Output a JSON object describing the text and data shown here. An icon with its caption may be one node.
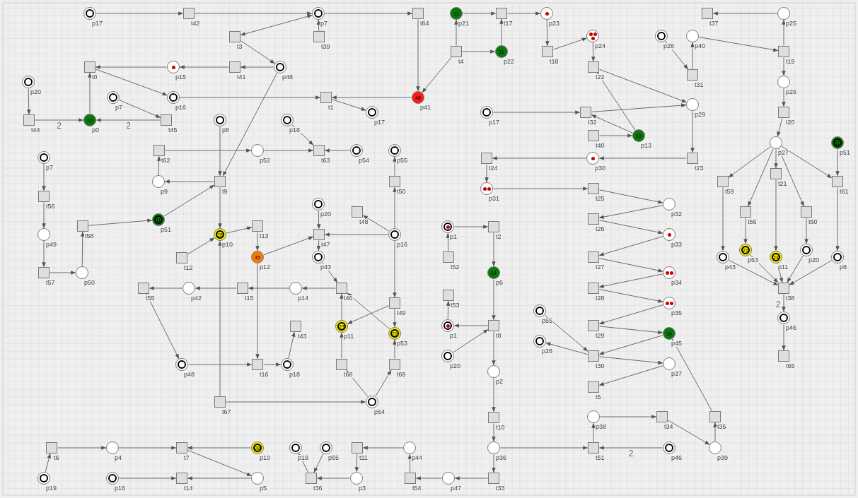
{
  "diagram": {
    "nodes": [
      {
        "text": [],
        "shape": "circle",
        "beside": [
          "p17"
        ]
      },
      {
        "text": [],
        "shape": "box",
        "beside": [
          "t42"
        ]
      },
      {
        "text": [],
        "shape": "circle",
        "beside": [
          "p7"
        ]
      },
      {
        "text": [],
        "shape": "box",
        "beside": [
          "t64"
        ]
      },
      {
        "text": [
          "11"
        ],
        "beside": [
          "p21"
        ]
      },
      {
        "text": [],
        "shape": "box",
        "beside": [
          "t17"
        ]
      },
      {
        "text": [],
        "shape": "circle",
        "beside": [
          "p23"
        ]
      },
      {
        "text": [],
        "shape": "box",
        "beside": [
          "t37"
        ]
      },
      {
        "text": [],
        "shape": "circle",
        "beside": [
          "p25"
        ]
      },
      {
        "text": [],
        "shape": "box",
        "beside": [
          "t3"
        ]
      },
      {
        "text": [],
        "shape": "box",
        "beside": [
          "t39"
        ]
      },
      {
        "text": [],
        "shape": "circle",
        "beside": [
          "p24"
        ]
      },
      {
        "text": [],
        "shape": "circle",
        "beside": [
          "p28"
        ]
      },
      {
        "text": [],
        "shape": "circle",
        "beside": [
          "p40"
        ]
      },
      {
        "text": [],
        "shape": "box",
        "beside": [
          "t4"
        ]
      },
      {
        "text": [
          "11"
        ],
        "beside": [
          "p22"
        ]
      },
      {
        "text": [],
        "shape": "box",
        "beside": [
          "t18"
        ]
      },
      {
        "text": [],
        "shape": "box",
        "beside": [
          "t19"
        ]
      },
      {
        "text": [],
        "shape": "box",
        "beside": [
          "t0"
        ]
      },
      {
        "text": [],
        "shape": "circle",
        "beside": [
          "p15"
        ]
      },
      {
        "text": [],
        "shape": "box",
        "beside": [
          "t41"
        ]
      },
      {
        "text": [],
        "shape": "circle",
        "beside": [
          "p48"
        ]
      },
      {
        "text": [],
        "shape": "box",
        "beside": [
          "t22"
        ]
      },
      {
        "text": [],
        "shape": "box",
        "beside": [
          "t31"
        ]
      },
      {
        "text": [],
        "shape": "circle",
        "beside": [
          "p20"
        ]
      },
      {
        "text": [],
        "shape": "circle",
        "beside": [
          "p26"
        ]
      },
      {
        "text": [],
        "shape": "circle",
        "beside": [
          "p7"
        ]
      },
      {
        "text": [],
        "shape": "circle",
        "beside": [
          "p16"
        ]
      },
      {
        "text": [],
        "shape": "box",
        "beside": [
          "t1"
        ]
      },
      {
        "text": [
          "48"
        ],
        "beside": [
          "p41"
        ]
      },
      {
        "text": [],
        "shape": "circle",
        "beside": [
          "p29"
        ]
      },
      {
        "text": [],
        "shape": "circle",
        "beside": [
          "p17"
        ]
      },
      {
        "text": [],
        "shape": "circle",
        "beside": [
          "p17"
        ]
      },
      {
        "text": [],
        "shape": "box",
        "beside": [
          "t32"
        ]
      },
      {
        "text": [],
        "shape": "box",
        "beside": [
          "t20"
        ]
      },
      {
        "text": [],
        "shape": "box",
        "beside": [
          "t44"
        ]
      },
      {
        "text": [
          "10"
        ],
        "beside": [
          "p0"
        ]
      },
      {
        "text": [],
        "shape": "box",
        "beside": [
          "t45"
        ]
      },
      {
        "text": [],
        "shape": "circle",
        "beside": [
          "p8"
        ]
      },
      {
        "text": [],
        "shape": "circle",
        "beside": [
          "p18"
        ]
      },
      {
        "text": [],
        "shape": "box",
        "beside": [
          "t40"
        ]
      },
      {
        "text": [
          "16"
        ],
        "beside": [
          "p13"
        ]
      },
      {
        "text": [],
        "shape": "circle",
        "beside": [
          "p27"
        ]
      },
      {
        "text": [
          "11"
        ],
        "beside": [
          "p51"
        ]
      },
      {
        "text": [],
        "shape": "box",
        "beside": [
          "t62"
        ]
      },
      {
        "text": [],
        "shape": "circle",
        "beside": [
          "p52"
        ]
      },
      {
        "text": [],
        "shape": "box",
        "beside": [
          "t63"
        ]
      },
      {
        "text": [],
        "shape": "circle",
        "beside": [
          "p54"
        ]
      },
      {
        "text": [],
        "shape": "circle",
        "beside": [
          "p55"
        ]
      },
      {
        "text": [],
        "shape": "circle",
        "beside": [
          "p7"
        ]
      },
      {
        "text": [],
        "shape": "box",
        "beside": [
          "t24"
        ]
      },
      {
        "text": [],
        "shape": "circle",
        "beside": [
          "p30"
        ]
      },
      {
        "text": [],
        "shape": "box",
        "beside": [
          "t23"
        ]
      },
      {
        "text": [],
        "shape": "box",
        "beside": [
          "t21"
        ]
      },
      {
        "text": [],
        "shape": "circle",
        "beside": [
          "p9"
        ]
      },
      {
        "text": [],
        "shape": "box",
        "beside": [
          "t9"
        ]
      },
      {
        "text": [],
        "shape": "box",
        "beside": [
          "t50"
        ]
      },
      {
        "text": [],
        "shape": "box",
        "beside": [
          "t59"
        ]
      },
      {
        "text": [],
        "shape": "box",
        "beside": [
          "t61"
        ]
      },
      {
        "text": [],
        "shape": "circle",
        "beside": [
          "p31"
        ]
      },
      {
        "text": [],
        "shape": "box",
        "beside": [
          "t25"
        ]
      },
      {
        "text": [],
        "shape": "box",
        "beside": [
          "t56"
        ]
      },
      {
        "text": [],
        "shape": "circle",
        "beside": [
          "p20"
        ]
      },
      {
        "text": [],
        "shape": "circle",
        "beside": [
          "p32"
        ]
      },
      {
        "text": [],
        "shape": "box",
        "beside": [
          "t48"
        ]
      },
      {
        "text": [],
        "shape": "box",
        "beside": [
          "t66"
        ]
      },
      {
        "text": [],
        "shape": "box",
        "beside": [
          "t60"
        ]
      },
      {
        "text": [
          "11"
        ],
        "beside": [
          "p51"
        ]
      },
      {
        "text": [],
        "shape": "box",
        "beside": [
          "t26"
        ]
      },
      {
        "text": [],
        "shape": "box",
        "beside": [
          "t58"
        ]
      },
      {
        "text": [],
        "shape": "box",
        "beside": [
          "t13"
        ]
      },
      {
        "text": [],
        "shape": "circle",
        "beside": [
          "p1"
        ]
      },
      {
        "text": [],
        "shape": "box",
        "beside": [
          "t2"
        ]
      },
      {
        "text": [],
        "shape": "circle",
        "beside": [
          "p49"
        ]
      },
      {
        "text": [
          "28"
        ],
        "beside": [
          "p10"
        ]
      },
      {
        "text": [],
        "shape": "box",
        "beside": [
          "t47"
        ]
      },
      {
        "text": [],
        "shape": "circle",
        "beside": [
          "p16"
        ]
      },
      {
        "text": [],
        "shape": "circle",
        "beside": [
          "p33"
        ]
      },
      {
        "text": [
          "35"
        ],
        "beside": [
          "p12"
        ]
      },
      {
        "text": [],
        "shape": "box",
        "beside": [
          "t12"
        ]
      },
      {
        "text": [],
        "shape": "circle",
        "beside": [
          "p43"
        ]
      },
      {
        "text": [],
        "shape": "box",
        "beside": [
          "t52"
        ]
      },
      {
        "text": [],
        "shape": "box",
        "beside": [
          "t27"
        ]
      },
      {
        "text": [],
        "shape": "circle",
        "beside": [
          "p43"
        ]
      },
      {
        "text": [
          "21"
        ],
        "beside": [
          "p53"
        ]
      },
      {
        "text": [
          "23"
        ],
        "beside": [
          "p11"
        ]
      },
      {
        "text": [],
        "shape": "circle",
        "beside": [
          "p20"
        ]
      },
      {
        "text": [],
        "shape": "circle",
        "beside": [
          "p8"
        ]
      },
      {
        "text": [],
        "shape": "box",
        "beside": [
          "t57"
        ]
      },
      {
        "text": [],
        "shape": "circle",
        "beside": [
          "p50"
        ]
      },
      {
        "text": [
          "14"
        ],
        "beside": [
          "p6"
        ]
      },
      {
        "text": [],
        "shape": "circle",
        "beside": [
          "p34"
        ]
      },
      {
        "text": [],
        "shape": "box",
        "beside": [
          "t55"
        ]
      },
      {
        "text": [],
        "shape": "circle",
        "beside": [
          "p42"
        ]
      },
      {
        "text": [],
        "shape": "box",
        "beside": [
          "t15"
        ]
      },
      {
        "text": [],
        "shape": "circle",
        "beside": [
          "p14"
        ]
      },
      {
        "text": [],
        "shape": "box",
        "beside": [
          "t46"
        ]
      },
      {
        "text": [],
        "shape": "box",
        "beside": [
          "t28"
        ]
      },
      {
        "text": [],
        "shape": "box",
        "beside": [
          "t38"
        ]
      },
      {
        "text": [],
        "shape": "box",
        "beside": [
          "t53"
        ]
      },
      {
        "text": [],
        "shape": "box",
        "beside": [
          "t49"
        ]
      },
      {
        "text": [],
        "shape": "circle",
        "beside": [
          "p35"
        ]
      },
      {
        "text": [],
        "shape": "circle",
        "beside": [
          "p55"
        ]
      },
      {
        "text": [],
        "shape": "circle",
        "beside": [
          "p46"
        ]
      },
      {
        "text": [],
        "shape": "box",
        "beside": [
          "t43"
        ]
      },
      {
        "text": [
          "23"
        ],
        "beside": [
          "p11"
        ]
      },
      {
        "text": [],
        "shape": "circle",
        "beside": [
          "p1"
        ]
      },
      {
        "text": [],
        "shape": "box",
        "beside": [
          "t8"
        ]
      },
      {
        "text": [],
        "shape": "box",
        "beside": [
          "t29"
        ]
      },
      {
        "text": [
          "21"
        ],
        "beside": [
          "p53"
        ]
      },
      {
        "text": [
          "14"
        ],
        "beside": [
          "p45"
        ]
      },
      {
        "text": [],
        "shape": "circle",
        "beside": [
          "p28"
        ]
      },
      {
        "text": [],
        "shape": "circle",
        "beside": [
          "p20"
        ]
      },
      {
        "text": [],
        "shape": "box",
        "beside": [
          "t30"
        ]
      },
      {
        "text": [],
        "shape": "box",
        "beside": [
          "t65"
        ]
      },
      {
        "text": [],
        "shape": "circle",
        "beside": [
          "p37"
        ]
      },
      {
        "text": [],
        "shape": "circle",
        "beside": [
          "p48"
        ]
      },
      {
        "text": [],
        "shape": "box",
        "beside": [
          "t16"
        ]
      },
      {
        "text": [],
        "shape": "circle",
        "beside": [
          "p18"
        ]
      },
      {
        "text": [],
        "shape": "box",
        "beside": [
          "t68"
        ]
      },
      {
        "text": [],
        "shape": "box",
        "beside": [
          "t69"
        ]
      },
      {
        "text": [],
        "shape": "circle",
        "beside": [
          "p2"
        ]
      },
      {
        "text": [],
        "shape": "box",
        "beside": [
          "t5"
        ]
      },
      {
        "text": [],
        "shape": "box",
        "beside": [
          "t67"
        ]
      },
      {
        "text": [],
        "shape": "circle",
        "beside": [
          "p54"
        ]
      },
      {
        "text": [],
        "shape": "circle",
        "beside": [
          "p38"
        ]
      },
      {
        "text": [],
        "shape": "box",
        "beside": [
          "t10"
        ]
      },
      {
        "text": [],
        "shape": "box",
        "beside": [
          "t34"
        ]
      },
      {
        "text": [],
        "shape": "box",
        "beside": [
          "t35"
        ]
      },
      {
        "text": [],
        "shape": "box",
        "beside": [
          "t6"
        ]
      },
      {
        "text": [],
        "shape": "circle",
        "beside": [
          "p4"
        ]
      },
      {
        "text": [],
        "shape": "box",
        "beside": [
          "t7"
        ]
      },
      {
        "text": [
          "28"
        ],
        "beside": [
          "p10"
        ]
      },
      {
        "text": [],
        "shape": "circle",
        "beside": [
          "p19"
        ]
      },
      {
        "text": [],
        "shape": "circle",
        "beside": [
          "p55"
        ]
      },
      {
        "text": [],
        "shape": "box",
        "beside": [
          "t11"
        ]
      },
      {
        "text": [],
        "shape": "circle",
        "beside": [
          "p44"
        ]
      },
      {
        "text": [],
        "shape": "circle",
        "beside": [
          "p36"
        ]
      },
      {
        "text": [],
        "shape": "box",
        "beside": [
          "t51"
        ]
      },
      {
        "text": [],
        "shape": "circle",
        "beside": [
          "p46"
        ]
      },
      {
        "text": [],
        "shape": "circle",
        "beside": [
          "p39"
        ]
      },
      {
        "text": [],
        "shape": "circle",
        "beside": [
          "p19"
        ]
      },
      {
        "text": [],
        "shape": "circle",
        "beside": [
          "p16"
        ]
      },
      {
        "text": [],
        "shape": "box",
        "beside": [
          "t14"
        ]
      },
      {
        "text": [],
        "shape": "circle",
        "beside": [
          "p5"
        ]
      },
      {
        "text": [],
        "shape": "box",
        "beside": [
          "t36"
        ]
      },
      {
        "text": [],
        "shape": "circle",
        "beside": [
          "p3"
        ]
      },
      {
        "text": [],
        "shape": "box",
        "beside": [
          "t54"
        ]
      },
      {
        "text": [],
        "shape": "circle",
        "beside": [
          "p47"
        ]
      },
      {
        "text": [],
        "shape": "box",
        "beside": [
          "t33"
        ]
      }
    ],
    "edges": [
      {
        "from": 0,
        "to": 1,
        "arrow": "to"
      },
      {
        "from": 1,
        "to": 2,
        "arrow": "to"
      },
      {
        "from": 10,
        "to": 2,
        "arrow": "to"
      },
      {
        "from": 2,
        "to": 9,
        "arrow": "both"
      },
      {
        "from": 2,
        "to": 3,
        "arrow": "to"
      },
      {
        "from": 9,
        "to": 21,
        "arrow": "to"
      },
      {
        "from": 21,
        "to": 20,
        "arrow": "to"
      },
      {
        "from": 20,
        "to": 19,
        "arrow": "to"
      },
      {
        "from": 19,
        "to": 18,
        "arrow": "to"
      },
      {
        "from": 18,
        "to": 27,
        "arrow": "to"
      },
      {
        "from": 36,
        "to": 18,
        "arrow": "to"
      },
      {
        "from": 24,
        "to": 35,
        "arrow": "to"
      },
      {
        "from": 35,
        "to": 36,
        "arrow": "to",
        "label": "2"
      },
      {
        "from": 37,
        "to": 36,
        "arrow": "to",
        "label": "2"
      },
      {
        "from": 26,
        "to": 37,
        "arrow": "to"
      },
      {
        "from": 27,
        "to": 28,
        "arrow": "to"
      },
      {
        "from": 29,
        "to": 28,
        "arrow": "to"
      },
      {
        "from": 28,
        "to": 31,
        "arrow": "to"
      },
      {
        "from": 3,
        "to": 29,
        "arrow": "to"
      },
      {
        "from": 14,
        "to": 29,
        "arrow": "to"
      },
      {
        "from": 14,
        "to": 4,
        "arrow": "to"
      },
      {
        "from": 14,
        "to": 15,
        "arrow": "to"
      },
      {
        "from": 4,
        "to": 5,
        "arrow": "to"
      },
      {
        "from": 15,
        "to": 5,
        "arrow": "to"
      },
      {
        "from": 5,
        "to": 6,
        "arrow": "to"
      },
      {
        "from": 6,
        "to": 16,
        "arrow": "to"
      },
      {
        "from": 16,
        "to": 11,
        "arrow": "to"
      },
      {
        "from": 11,
        "to": 22,
        "arrow": "to"
      },
      {
        "from": 22,
        "to": 30,
        "arrow": "to"
      },
      {
        "from": 41,
        "to": 22,
        "arrow": "to"
      },
      {
        "from": 32,
        "to": 33,
        "arrow": "to"
      },
      {
        "from": 33,
        "to": 30,
        "arrow": "to"
      },
      {
        "from": 41,
        "to": 33,
        "arrow": "to"
      },
      {
        "from": 40,
        "to": 41,
        "arrow": "to"
      },
      {
        "from": 30,
        "to": 52,
        "arrow": "to"
      },
      {
        "from": 52,
        "to": 51,
        "arrow": "to"
      },
      {
        "from": 51,
        "to": 50,
        "arrow": "to"
      },
      {
        "from": 50,
        "to": 59,
        "arrow": "to"
      },
      {
        "from": 59,
        "to": 60,
        "arrow": "to"
      },
      {
        "from": 60,
        "to": 63,
        "arrow": "to"
      },
      {
        "from": 63,
        "to": 68,
        "arrow": "to"
      },
      {
        "from": 68,
        "to": 77,
        "arrow": "to"
      },
      {
        "from": 77,
        "to": 82,
        "arrow": "to"
      },
      {
        "from": 82,
        "to": 91,
        "arrow": "to"
      },
      {
        "from": 91,
        "to": 97,
        "arrow": "to"
      },
      {
        "from": 97,
        "to": 101,
        "arrow": "to"
      },
      {
        "from": 101,
        "to": 108,
        "arrow": "to"
      },
      {
        "from": 108,
        "to": 110,
        "arrow": "to"
      },
      {
        "from": 110,
        "to": 113,
        "arrow": "to"
      },
      {
        "from": 113,
        "to": 115,
        "arrow": "to"
      },
      {
        "from": 115,
        "to": 122,
        "arrow": "to"
      },
      {
        "from": 102,
        "to": 113,
        "arrow": "to"
      },
      {
        "from": 113,
        "to": 111,
        "arrow": "to"
      },
      {
        "from": 128,
        "to": 110,
        "arrow": "to"
      },
      {
        "from": 140,
        "to": 128,
        "arrow": "to"
      },
      {
        "from": 127,
        "to": 140,
        "arrow": "to"
      },
      {
        "from": 125,
        "to": 127,
        "arrow": "to"
      },
      {
        "from": 138,
        "to": 125,
        "arrow": "to"
      },
      {
        "from": 139,
        "to": 138,
        "arrow": "to",
        "label": "2"
      },
      {
        "from": 137,
        "to": 138,
        "arrow": "to"
      },
      {
        "from": 126,
        "to": 137,
        "arrow": "to"
      },
      {
        "from": 137,
        "to": 149,
        "arrow": "to"
      },
      {
        "from": 149,
        "to": 148,
        "arrow": "to"
      },
      {
        "from": 148,
        "to": 147,
        "arrow": "to"
      },
      {
        "from": 147,
        "to": 136,
        "arrow": "to"
      },
      {
        "from": 136,
        "to": 135,
        "arrow": "to"
      },
      {
        "from": 135,
        "to": 146,
        "arrow": "to"
      },
      {
        "from": 146,
        "to": 145,
        "arrow": "to"
      },
      {
        "from": 145,
        "to": 133,
        "arrow": "to"
      },
      {
        "from": 134,
        "to": 145,
        "arrow": "to"
      },
      {
        "from": 121,
        "to": 126,
        "arrow": "to"
      },
      {
        "from": 107,
        "to": 121,
        "arrow": "to"
      },
      {
        "from": 107,
        "to": 106,
        "arrow": "to"
      },
      {
        "from": 112,
        "to": 107,
        "arrow": "to"
      },
      {
        "from": 90,
        "to": 107,
        "arrow": "to"
      },
      {
        "from": 72,
        "to": 90,
        "arrow": "to"
      },
      {
        "from": 71,
        "to": 72,
        "arrow": "to"
      },
      {
        "from": 81,
        "to": 71,
        "arrow": "to"
      },
      {
        "from": 106,
        "to": 99,
        "arrow": "to"
      },
      {
        "from": 12,
        "to": 23,
        "arrow": "to"
      },
      {
        "from": 23,
        "to": 13,
        "arrow": "to"
      },
      {
        "from": 13,
        "to": 17,
        "arrow": "to"
      },
      {
        "from": 17,
        "to": 8,
        "arrow": "to"
      },
      {
        "from": 8,
        "to": 7,
        "arrow": "to"
      },
      {
        "from": 17,
        "to": 25,
        "arrow": "to"
      },
      {
        "from": 25,
        "to": 34,
        "arrow": "to"
      },
      {
        "from": 34,
        "to": 42,
        "arrow": "to"
      },
      {
        "from": 42,
        "to": 57,
        "arrow": "to"
      },
      {
        "from": 42,
        "to": 65,
        "arrow": "to"
      },
      {
        "from": 42,
        "to": 53,
        "arrow": "to"
      },
      {
        "from": 42,
        "to": 66,
        "arrow": "to"
      },
      {
        "from": 42,
        "to": 58,
        "arrow": "to"
      },
      {
        "from": 43,
        "to": 58,
        "arrow": "to"
      },
      {
        "from": 57,
        "to": 83,
        "arrow": "to"
      },
      {
        "from": 65,
        "to": 84,
        "arrow": "to"
      },
      {
        "from": 53,
        "to": 85,
        "arrow": "to"
      },
      {
        "from": 66,
        "to": 86,
        "arrow": "to"
      },
      {
        "from": 58,
        "to": 87,
        "arrow": "to"
      },
      {
        "from": 83,
        "to": 98,
        "arrow": "to"
      },
      {
        "from": 84,
        "to": 98,
        "arrow": "to"
      },
      {
        "from": 85,
        "to": 98,
        "arrow": "to"
      },
      {
        "from": 86,
        "to": 98,
        "arrow": "to"
      },
      {
        "from": 87,
        "to": 98,
        "arrow": "to"
      },
      {
        "from": 98,
        "to": 103,
        "arrow": "to",
        "label": "2"
      },
      {
        "from": 103,
        "to": 114,
        "arrow": "to"
      },
      {
        "from": 21,
        "to": 55,
        "arrow": "to"
      },
      {
        "from": 38,
        "to": 55,
        "arrow": "to"
      },
      {
        "from": 55,
        "to": 54,
        "arrow": "to"
      },
      {
        "from": 54,
        "to": 44,
        "arrow": "to"
      },
      {
        "from": 44,
        "to": 45,
        "arrow": "to"
      },
      {
        "from": 45,
        "to": 46,
        "arrow": "to"
      },
      {
        "from": 39,
        "to": 46,
        "arrow": "to"
      },
      {
        "from": 47,
        "to": 46,
        "arrow": "to"
      },
      {
        "from": 67,
        "to": 55,
        "arrow": "to"
      },
      {
        "from": 69,
        "to": 67,
        "arrow": "to"
      },
      {
        "from": 55,
        "to": 74,
        "arrow": "to"
      },
      {
        "from": 74,
        "to": 70,
        "arrow": "to"
      },
      {
        "from": 79,
        "to": 74,
        "arrow": "to"
      },
      {
        "from": 70,
        "to": 78,
        "arrow": "to"
      },
      {
        "from": 78,
        "to": 75,
        "arrow": "to"
      },
      {
        "from": 62,
        "to": 75,
        "arrow": "to"
      },
      {
        "from": 76,
        "to": 75,
        "arrow": "to"
      },
      {
        "from": 76,
        "to": 64,
        "arrow": "to"
      },
      {
        "from": 76,
        "to": 56,
        "arrow": "to"
      },
      {
        "from": 56,
        "to": 48,
        "arrow": "to"
      },
      {
        "from": 75,
        "to": 80,
        "arrow": "to"
      },
      {
        "from": 80,
        "to": 96,
        "arrow": "to"
      },
      {
        "from": 76,
        "to": 100,
        "arrow": "to"
      },
      {
        "from": 100,
        "to": 105,
        "arrow": "to"
      },
      {
        "from": 100,
        "to": 109,
        "arrow": "to"
      },
      {
        "from": 109,
        "to": 96,
        "arrow": "to"
      },
      {
        "from": 105,
        "to": 96,
        "arrow": "to"
      },
      {
        "from": 96,
        "to": 95,
        "arrow": "to"
      },
      {
        "from": 95,
        "to": 94,
        "arrow": "to"
      },
      {
        "from": 94,
        "to": 93,
        "arrow": "to"
      },
      {
        "from": 93,
        "to": 92,
        "arrow": "to"
      },
      {
        "from": 92,
        "to": 116,
        "arrow": "to"
      },
      {
        "from": 116,
        "to": 117,
        "arrow": "to"
      },
      {
        "from": 78,
        "to": 117,
        "arrow": "to"
      },
      {
        "from": 117,
        "to": 118,
        "arrow": "to"
      },
      {
        "from": 118,
        "to": 104,
        "arrow": "to"
      },
      {
        "from": 119,
        "to": 105,
        "arrow": "to"
      },
      {
        "from": 120,
        "to": 109,
        "arrow": "to"
      },
      {
        "from": 124,
        "to": 119,
        "arrow": "to"
      },
      {
        "from": 124,
        "to": 120,
        "arrow": "to"
      },
      {
        "from": 123,
        "to": 124,
        "arrow": "to"
      },
      {
        "from": 123,
        "to": 74,
        "arrow": "to"
      },
      {
        "from": 49,
        "to": 61,
        "arrow": "to"
      },
      {
        "from": 61,
        "to": 73,
        "arrow": "to"
      },
      {
        "from": 73,
        "to": 88,
        "arrow": "to"
      },
      {
        "from": 88,
        "to": 89,
        "arrow": "to"
      },
      {
        "from": 89,
        "to": 69,
        "arrow": "to"
      },
      {
        "from": 129,
        "to": 130,
        "arrow": "to"
      },
      {
        "from": 141,
        "to": 129,
        "arrow": "to"
      },
      {
        "from": 130,
        "to": 131,
        "arrow": "to"
      },
      {
        "from": 132,
        "to": 131,
        "arrow": "to"
      },
      {
        "from": 131,
        "to": 144,
        "arrow": "to"
      },
      {
        "from": 144,
        "to": 143,
        "arrow": "to"
      },
      {
        "from": 142,
        "to": 143,
        "arrow": "to"
      }
    ]
  }
}
